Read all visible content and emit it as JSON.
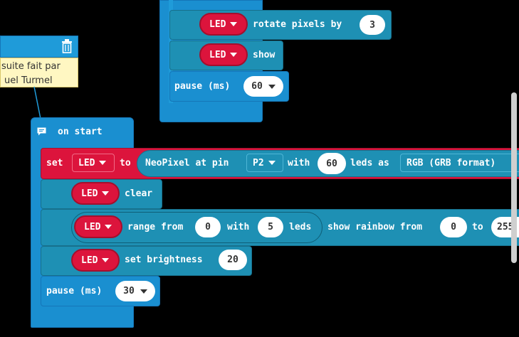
{
  "upper_stack": {
    "rotate": {
      "var": "LED",
      "label": "rotate pixels by",
      "value": "3"
    },
    "show": {
      "var": "LED",
      "label": "show"
    },
    "pause": {
      "label": "pause (ms)",
      "value": "60"
    }
  },
  "comment": {
    "line1": "suite fait par",
    "line2": "uel Turmel",
    "delete_icon": "trash-icon"
  },
  "on_start": {
    "label": "on start",
    "comment_icon": "comment-icon",
    "set": {
      "set_label": "set",
      "var": "LED",
      "to_label": "to",
      "neopixel_label": "NeoPixel at pin",
      "pin": "P2",
      "with_label": "with",
      "leds_count": "60",
      "leds_as_label": "leds as",
      "format": "RGB (GRB format)"
    },
    "clear": {
      "var": "LED",
      "label": "clear"
    },
    "rainbow": {
      "var": "LED",
      "range_from": "range from",
      "start": "0",
      "with_label": "with",
      "count": "5",
      "leds_label": "leds",
      "show_rainbow": "show rainbow from",
      "hue_start": "0",
      "to_label": "to",
      "hue_end": "255"
    },
    "brightness": {
      "var": "LED",
      "label": "set brightness",
      "value": "20"
    },
    "pause": {
      "label": "pause (ms)",
      "value": "30"
    }
  }
}
